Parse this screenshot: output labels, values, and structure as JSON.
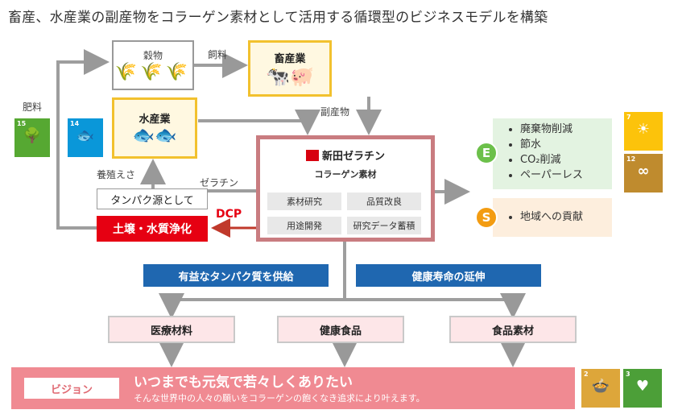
{
  "title": "畜産、水産業の副産物をコラーゲン素材として活用する循環型のビジネスモデルを構築",
  "labels": {
    "grain": "穀物",
    "feed": "飼料",
    "livestock": "畜産業",
    "fertilizer": "肥料",
    "fishery": "水産業",
    "byproduct": "副産物",
    "aquaculture": "養殖えさ",
    "gelatin": "ゼラチン",
    "protein_source": "タンパク源として",
    "dcp": "DCP",
    "soil_water": "土壌・水質浄化"
  },
  "center": {
    "company": "新田ゼラチン",
    "subtitle": "コラーゲン素材",
    "cells": [
      "素材研究",
      "品質改良",
      "用途開発",
      "研究データ蓄積"
    ]
  },
  "env": {
    "badge": "E",
    "items": [
      "廃棄物削減",
      "節水",
      "CO₂削減",
      "ペーパーレス"
    ]
  },
  "social": {
    "badge": "S",
    "items": [
      "地域への貢献"
    ]
  },
  "banners": [
    "有益なタンパク質を供給",
    "健康寿命の延伸"
  ],
  "outputs": [
    "医療材料",
    "健康食品",
    "食品素材"
  ],
  "vision": {
    "tag": "ビジョン",
    "headline": "いつまでも元気で若々しくありたい",
    "sub": "そんな世界中の人々の願いをコラーゲンの飽くなき追求により叶えます。"
  },
  "sdgs": {
    "15": {
      "num": "15",
      "color": "#56a832"
    },
    "14": {
      "num": "14",
      "color": "#0a97d9"
    },
    "7": {
      "num": "7",
      "color": "#fcc30b"
    },
    "12": {
      "num": "12",
      "color": "#bf8b2e"
    },
    "2": {
      "num": "2",
      "color": "#dda63a"
    },
    "3": {
      "num": "3",
      "color": "#4c9f38"
    }
  }
}
